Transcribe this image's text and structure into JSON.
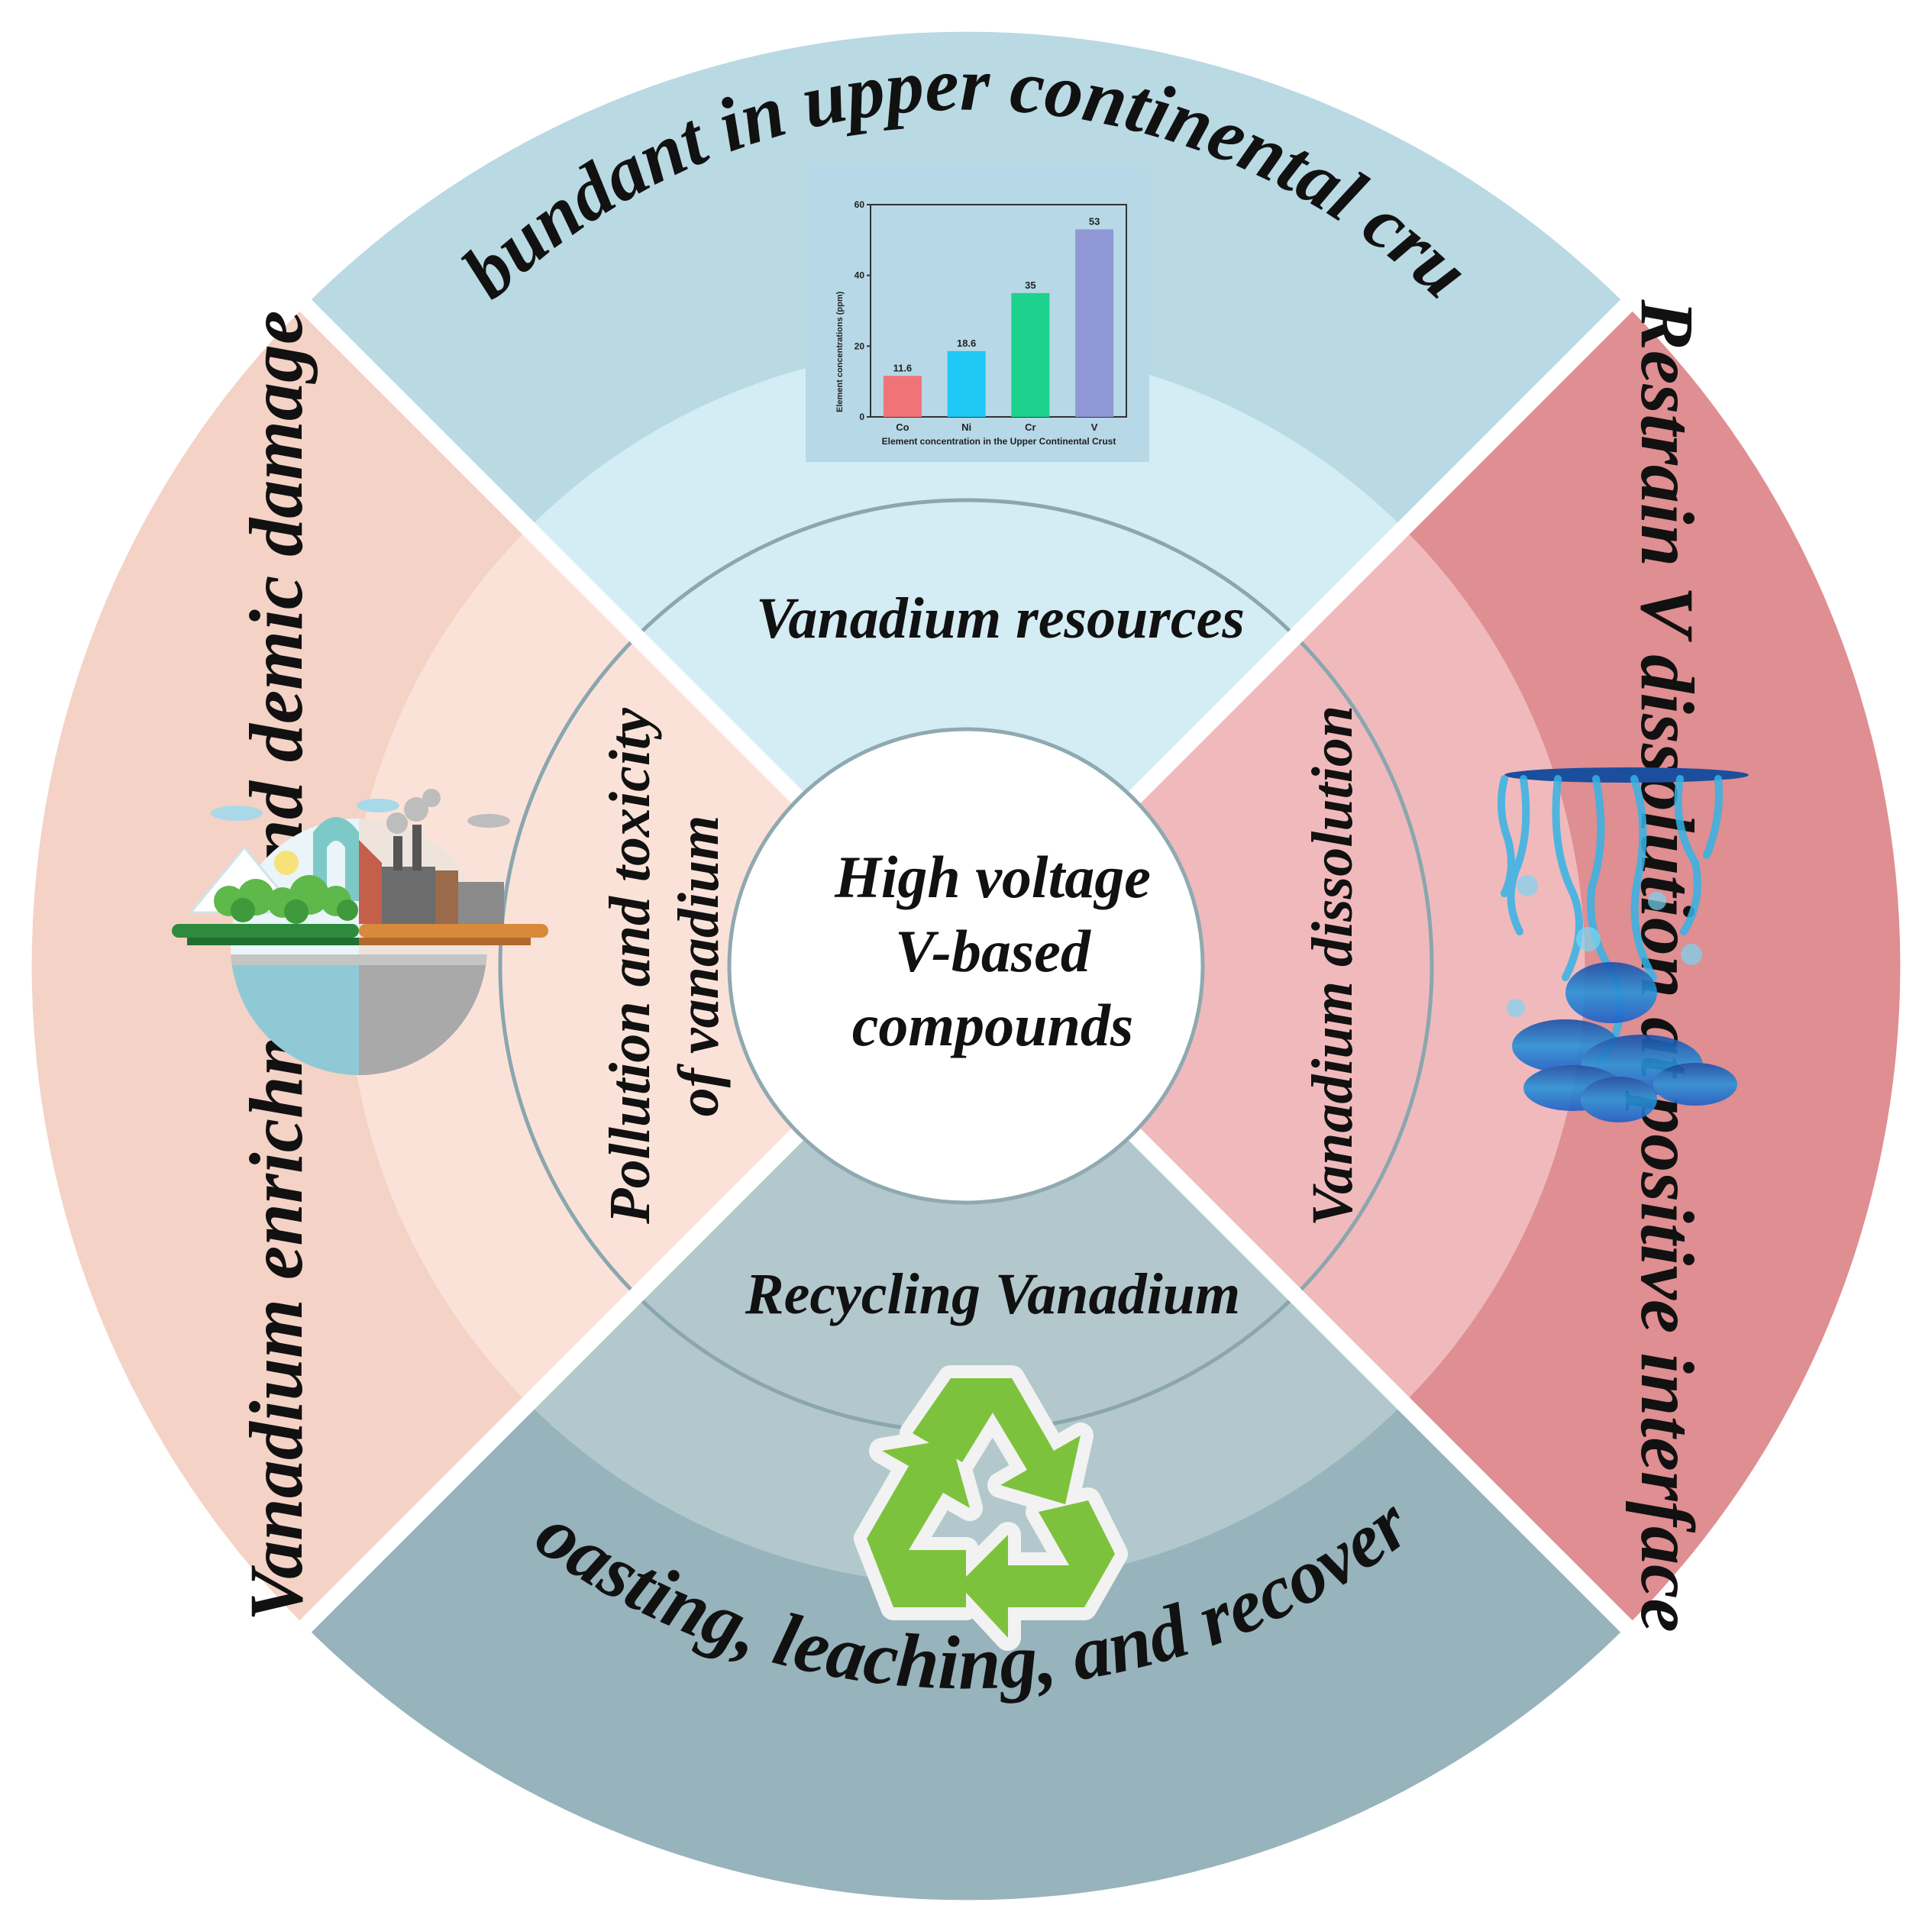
{
  "center": {
    "line1": "High voltage",
    "line2": "V-based",
    "line3": "compounds"
  },
  "quadrants": {
    "top": {
      "outer_text": "Abundant in upper continental crust",
      "inner_text": "Vanadium resources",
      "color_outer": "#b9d9e3",
      "color_inner": "#d4ecf4"
    },
    "left": {
      "outer_text": "Vanadium enrichment and demic damage",
      "inner_text_1": "Pollution and toxicity",
      "inner_text_2": "of vanadium",
      "color_outer": "#f4d2c6",
      "color_inner": "#fbe2d8"
    },
    "right": {
      "outer_text": "Restrain V dissolution at  positive interface",
      "inner_text": "Vanadium dissolution",
      "color_outer": "#df8e91",
      "color_inner": "#f0babc"
    },
    "bottom": {
      "outer_text": "Roasting, leaching, and recovery",
      "inner_text": "Recycling Vanadium",
      "color_outer": "#97b3bc",
      "color_inner": "#b2c8cd"
    }
  },
  "icons": {
    "left": "city-nature-environment-icon",
    "right": "dissolving-ink-in-water-icon",
    "bottom": "recycle-icon"
  },
  "chart_data": {
    "type": "bar",
    "categories": [
      "Co",
      "Ni",
      "Cr",
      "V"
    ],
    "values": [
      11.6,
      18.6,
      35,
      53
    ],
    "value_labels": [
      "11.6",
      "18.6",
      "35",
      "53"
    ],
    "colors": [
      "#f07477",
      "#1fc8f5",
      "#1ed18c",
      "#8f97d4"
    ],
    "ylabel": "Element concentrations (ppm)",
    "xlabel": "Element concentration in the Upper Continental Crust",
    "yticks": [
      "0",
      "20",
      "40",
      "60"
    ],
    "ylim": [
      0,
      60
    ]
  }
}
